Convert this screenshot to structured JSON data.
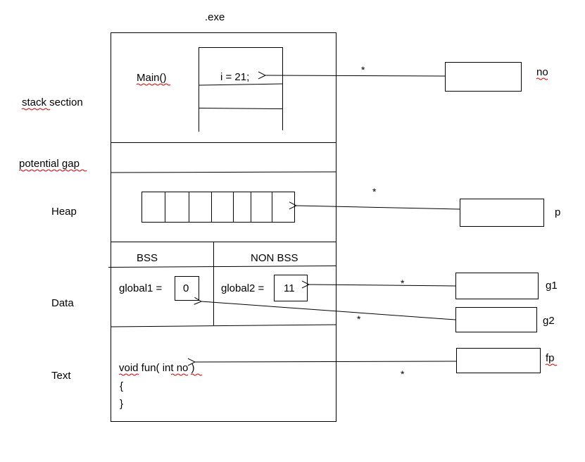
{
  "title": ".exe",
  "sections": {
    "stack": "stack section",
    "gap": "potential gap",
    "heap": "Heap",
    "data": "Data",
    "text": "Text"
  },
  "stack": {
    "function_label": "Main()",
    "variable": "i = 21;"
  },
  "data_segment": {
    "bss_header": "BSS",
    "non_bss_header": "NON BSS",
    "global1_label": "global1 =",
    "global1_value": "0",
    "global2_label": "global2 =",
    "global2_value": "11"
  },
  "text_segment": {
    "line1": "void fun( int no )",
    "line2": "{",
    "line3": "}"
  },
  "pointers": {
    "no": {
      "name": "no",
      "star": "*"
    },
    "p": {
      "name": "p",
      "star": "*"
    },
    "g1": {
      "name": "g1",
      "star": "*"
    },
    "g2": {
      "name": "g2",
      "star": "*"
    },
    "fp": {
      "name": "fp",
      "star": "*"
    }
  },
  "colors": {
    "line": "#000000",
    "spellcheck": "#cc0000"
  }
}
